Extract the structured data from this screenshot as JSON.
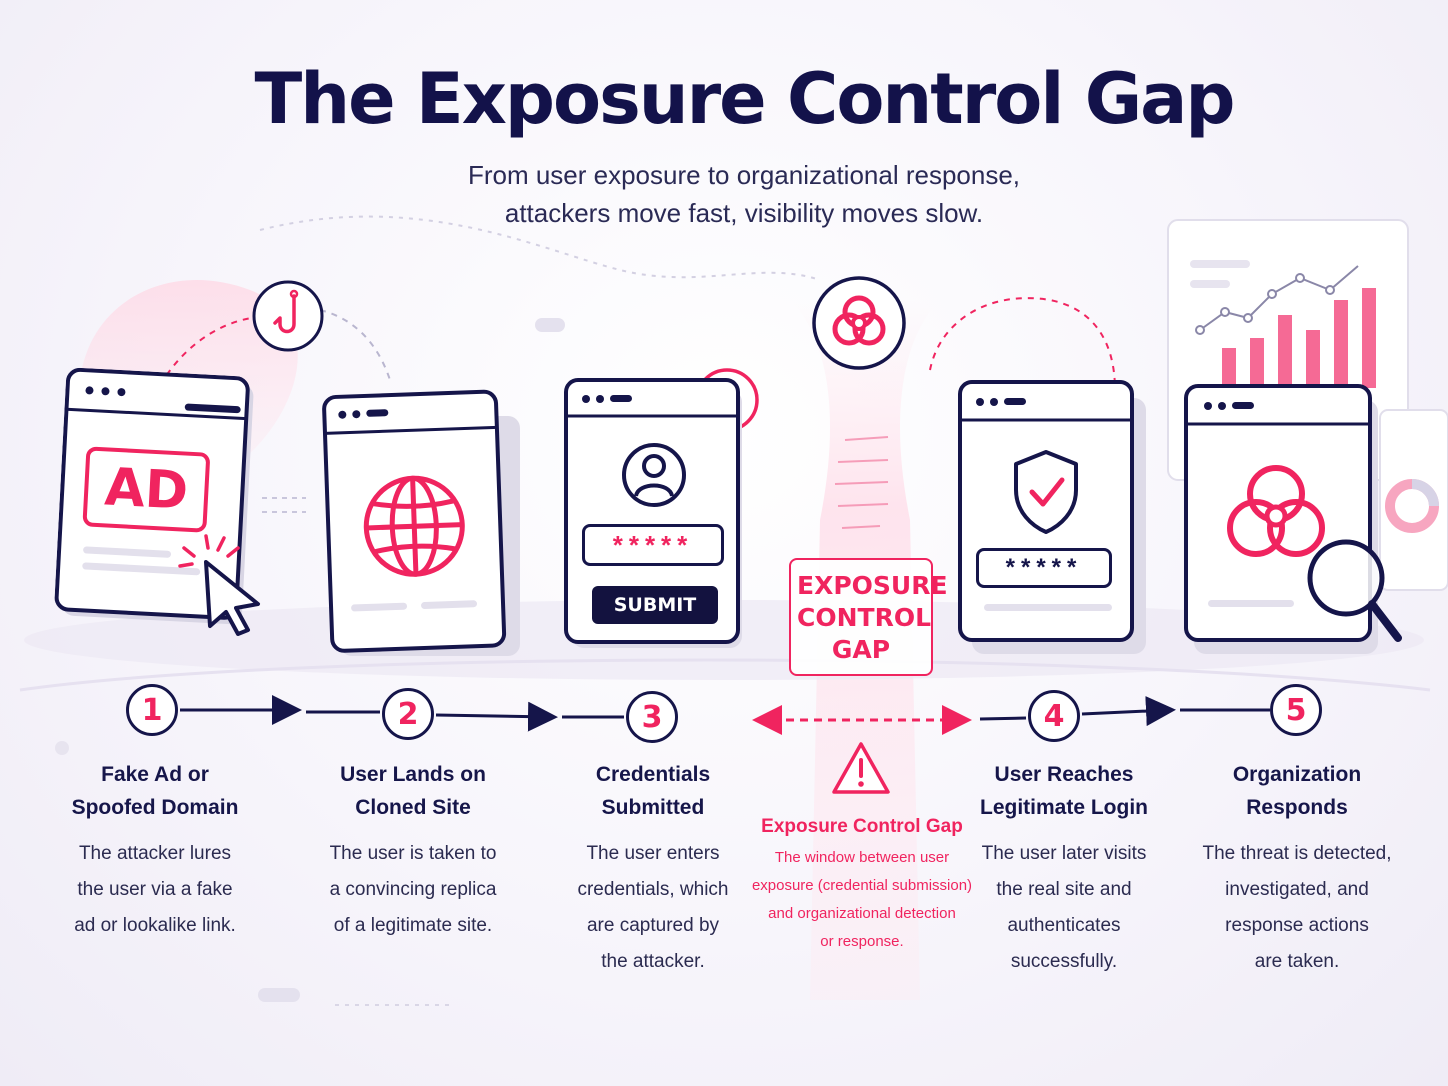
{
  "header": {
    "title": "The Exposure Control Gap",
    "subtitle_line1": "From user exposure to organizational response,",
    "subtitle_line2": "attackers move fast, visibility moves slow."
  },
  "colors": {
    "accent": "#f0245f",
    "navy": "#15154a",
    "background": "#f7f5fb"
  },
  "steps": [
    {
      "number": "1",
      "title_line1": "Fake Ad or",
      "title_line2": "Spoofed Domain",
      "desc": [
        "The attacker lures",
        "the user via a fake",
        "ad or lookalike link."
      ],
      "screen_text": "AD",
      "icon": "fishing-hook-icon"
    },
    {
      "number": "2",
      "title_line1": "User Lands on",
      "title_line2": "Cloned Site",
      "desc": [
        "The user is taken to",
        "a convincing replica",
        "of a legitimate site."
      ],
      "icon": "globe-icon"
    },
    {
      "number": "3",
      "title_line1": "Credentials",
      "title_line2": "Submitted",
      "desc": [
        "The user enters",
        "credentials, which",
        "are captured by",
        "the attacker."
      ],
      "password_mask": "*****",
      "button_label": "SUBMIT",
      "icon": "user-icon"
    },
    {
      "number": "4",
      "title_line1": "User Reaches",
      "title_line2": "Legitimate Login",
      "desc": [
        "The user later visits",
        "the real site and",
        "authenticates",
        "successfully."
      ],
      "password_mask": "*****",
      "icon": "shield-check-icon"
    },
    {
      "number": "5",
      "title_line1": "Organization",
      "title_line2": "Responds",
      "desc": [
        "The threat is detected,",
        "investigated, and",
        "response actions",
        "are taken."
      ],
      "icon": "biohazard-icon"
    }
  ],
  "gap": {
    "box_line1": "EXPOSURE",
    "box_line2": "CONTROL",
    "box_line3": "GAP",
    "title": "Exposure Control Gap",
    "desc": [
      "The window between user",
      "exposure (credential submission)",
      "and organizational detection",
      "or response."
    ],
    "icon": "biohazard-icon",
    "warning_icon": "warning-triangle-icon"
  }
}
